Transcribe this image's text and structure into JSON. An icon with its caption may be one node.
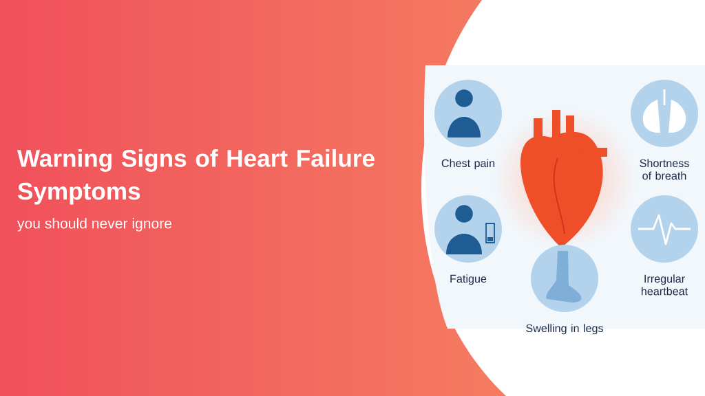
{
  "diagram": {
    "title": "Warning Signs of Heart Failure Symptoms",
    "nodes": [
      {
        "text": [
          "Chest pain"
        ]
      },
      {
        "text": [
          "Fatigue"
        ]
      },
      {
        "text": [
          "Swelling in legs"
        ]
      },
      {
        "text": [
          "Shortness of breath"
        ]
      },
      {
        "text": [
          "Irregular heartbeat"
        ]
      }
    ],
    "labels": [
      "you should never ignore"
    ]
  }
}
